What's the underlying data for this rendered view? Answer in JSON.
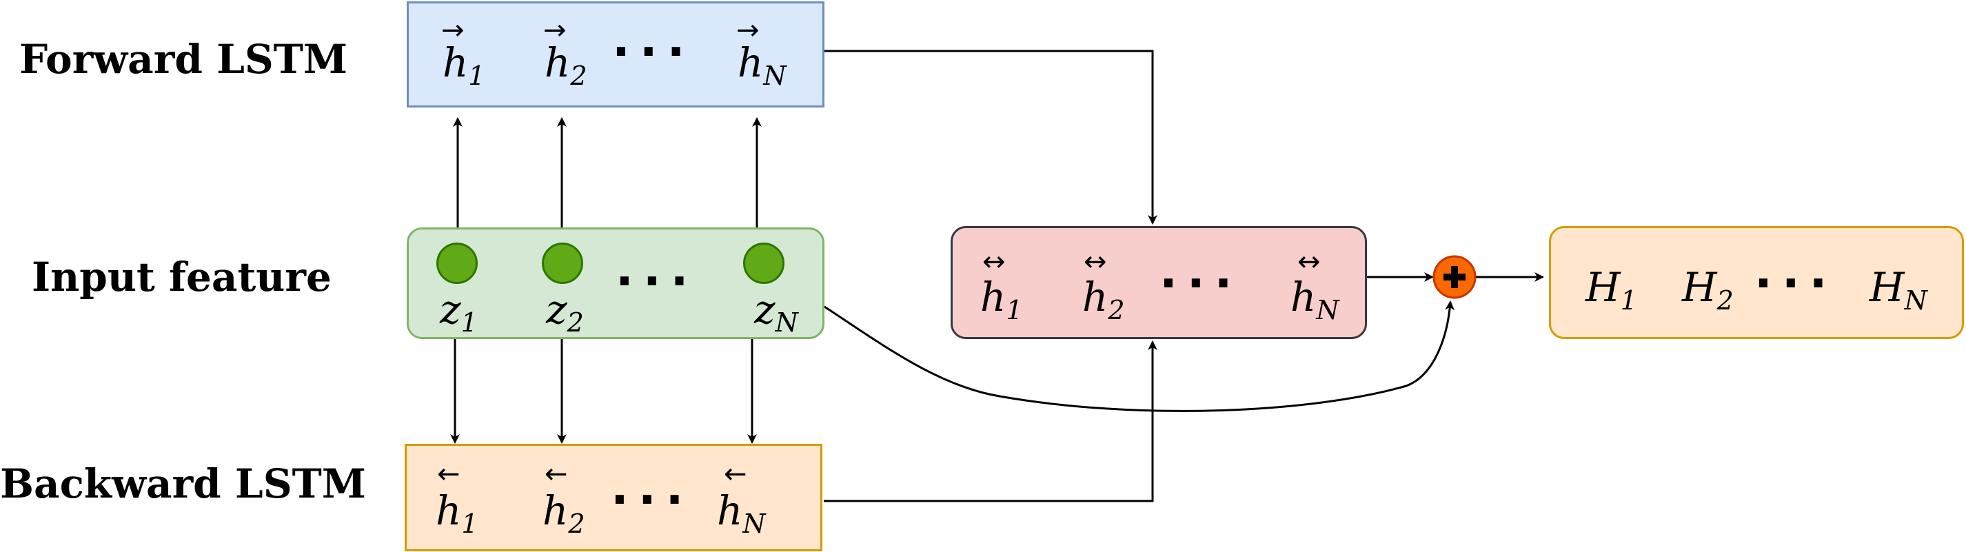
{
  "labels": {
    "forward": "Forward LSTM",
    "input": "Input feature",
    "backward": "Backward LSTM"
  },
  "forward": {
    "arrow": "→",
    "items": [
      "h",
      "h",
      "h"
    ],
    "subs": [
      "1",
      "2",
      "N"
    ],
    "dots": "···"
  },
  "input": {
    "items": [
      "z",
      "z",
      "z"
    ],
    "subs": [
      "1",
      "2",
      "N"
    ],
    "dots": "···"
  },
  "backward": {
    "arrow": "←",
    "items": [
      "h",
      "h",
      "h"
    ],
    "subs": [
      "1",
      "2",
      "N"
    ],
    "dots": "···"
  },
  "bidirectional": {
    "arrow": "↔",
    "items": [
      "h",
      "h",
      "h"
    ],
    "subs": [
      "1",
      "2",
      "N"
    ],
    "dots": "···"
  },
  "output": {
    "items": [
      "H",
      "H",
      "H"
    ],
    "subs": [
      "1",
      "2",
      "N"
    ],
    "dots": "···"
  },
  "colors": {
    "forward_fill": "#dae8fc",
    "input_fill": "#d5e8d4",
    "backward_fill": "#ffe6cc",
    "bi_fill": "#f8cecc",
    "node_fill": "#60a917",
    "sum_fill": "#fa6800"
  }
}
